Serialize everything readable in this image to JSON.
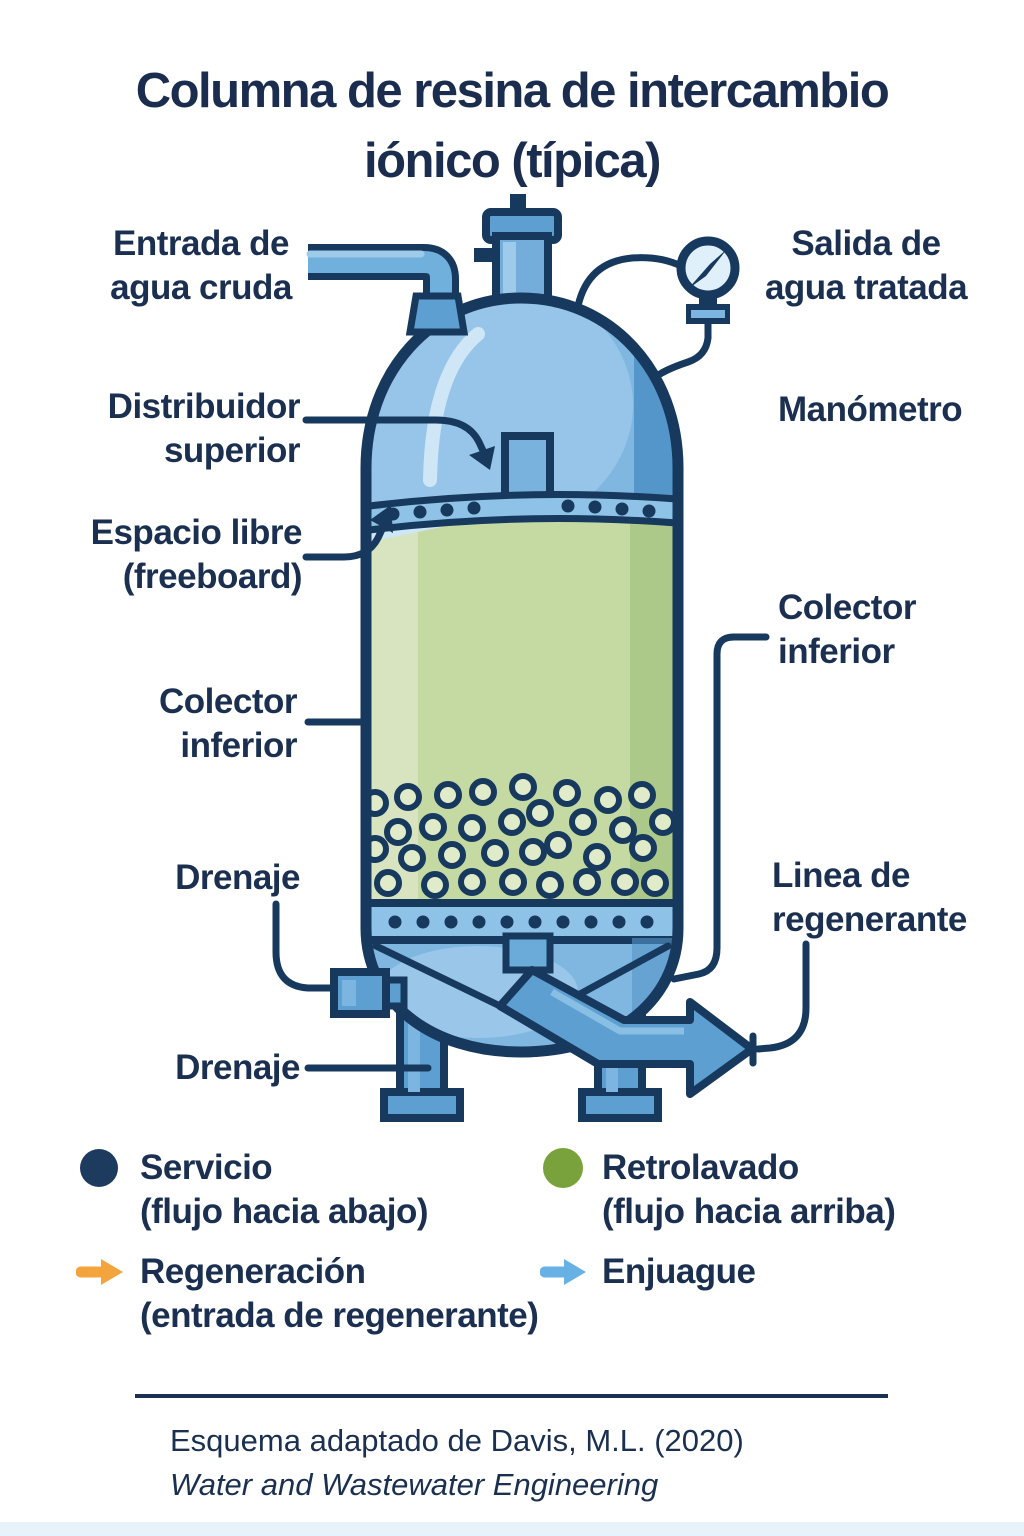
{
  "title": {
    "line1": "Columna de resina de intercambio",
    "line2": "iónico (típica)"
  },
  "labels": {
    "raw_water_inlet": {
      "line1": "Entrada de",
      "line2": "agua cruda"
    },
    "treated_water_outlet": {
      "line1": "Salida de",
      "line2": "agua tratada"
    },
    "upper_distributor": {
      "line1": "Distribuidor",
      "line2": "superior"
    },
    "pressure_gauge": "Manómetro",
    "freeboard": {
      "line1": "Espacio libre",
      "line2": "(freeboard)"
    },
    "lower_collector_left": {
      "line1": "Colector",
      "line2": "inferior"
    },
    "lower_collector_right": {
      "line1": "Colector",
      "line2": "inferior"
    },
    "regenerant_line": {
      "line1": "Linea de",
      "line2": "regenerante"
    },
    "drain_side": "Drenaje",
    "drain_leg": "Drenaje"
  },
  "legend": {
    "items": [
      {
        "id": "service",
        "icon": "circle",
        "color": "#1d3a5f",
        "label": "Servicio",
        "sublabel": "(flujo hacia abajo)"
      },
      {
        "id": "backwash",
        "icon": "circle",
        "color": "#7aa23c",
        "label": "Retrolavado",
        "sublabel": "(flujo hacia arriba)"
      },
      {
        "id": "regeneration",
        "icon": "arrow",
        "color": "#f3a43d",
        "label": "Regeneración",
        "sublabel": "(entrada de regenerante)"
      },
      {
        "id": "rinse",
        "icon": "arrow",
        "color": "#68b1e5",
        "label": "Enjuague",
        "sublabel": ""
      }
    ]
  },
  "footer": {
    "credit": "Esquema adaptado de Davis, M.L. (2020)",
    "source_title": "Water and Wastewater Engineering"
  },
  "colors": {
    "text_navy": "#1b3050",
    "outline_navy": "#17395e",
    "tank_blue": "#7fb7e0",
    "tank_blue_light": "#a9cfec",
    "tank_blue_dark": "#5596ca",
    "plate_blue": "#8ec2e6",
    "pipe_blue": "#5d9fd1",
    "resin_green": "#c5d9a3",
    "resin_green_light": "#d7e4bf",
    "resin_green_dark": "#adc989",
    "bead_fill": "#e0ebc9",
    "gauge_face": "#dff0fa",
    "legend_service": "#1d3a5f",
    "legend_backwash": "#7aa23c",
    "legend_regeneration": "#f3a43d",
    "legend_rinse": "#68b1e5"
  }
}
